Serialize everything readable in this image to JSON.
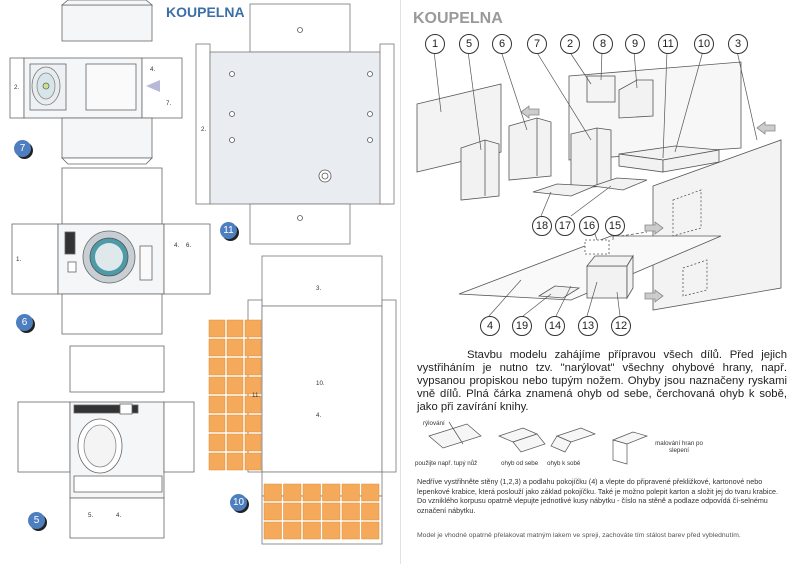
{
  "left_page": {
    "title": "KOUPELNA",
    "sheet_markers": [
      "7",
      "11",
      "6",
      "5",
      "10"
    ],
    "fold_numbers": [
      "2.",
      "4.",
      "7.",
      "2.",
      "1.",
      "4.",
      "6.",
      "3.",
      "10.",
      "11.",
      "4.",
      "5.",
      "4."
    ]
  },
  "right_page": {
    "title": "KOUPELNA",
    "callouts": [
      "1",
      "5",
      "6",
      "7",
      "2",
      "8",
      "9",
      "11",
      "10",
      "3",
      "18",
      "17",
      "16",
      "15",
      "4",
      "19",
      "14",
      "13",
      "12"
    ],
    "intro_indent": "",
    "intro": "Stavbu modelu zahájíme přípravou všech dílů. Před jejich vystřiháním je nutno tzv. \"narýlovat\" všechny ohybové hrany, např. vypsanou propiskou nebo tupým nožem. Ohyby jsou naznačeny ryskami vně dílů. Plná čárka znamená ohyb od sebe, čerchovaná ohyb k sobě, jako při zavírání knihy.",
    "illustrations": {
      "rylovani": "rýlování",
      "tool": "použijte např. tupý nůž",
      "fold_out": "ohyb od sebe",
      "fold_in": "ohyb k sobě",
      "glue": "malování hran po slepení"
    },
    "notes": [
      "Nedříve vystřihněte stěny (1,2,3) a podlahu pokojíčku (4) a vlepte do připravené překližkové, kartonové nebo lepenkové krabice, která poslouží jako základ pokojíčku. Také je možno polepit karton a složit jej do tvaru krabice.",
      "Do vzniklého korpusu opatrně vlepujte jednotlivé kusy nábytku - číslo na stěně a podlaze odpovídá čí-selnému označení nábytku."
    ],
    "footer": "Model je vhodné opatrně přelakovat  matným lakem ve spreji, zachováte tím stálost barev před vyblednutím."
  },
  "colors": {
    "accent_blue": "#4d7fc0",
    "tile_orange": "#f4aa5a",
    "panel_grey": "#e9edf1",
    "title_blue": "#3a6fa8"
  }
}
